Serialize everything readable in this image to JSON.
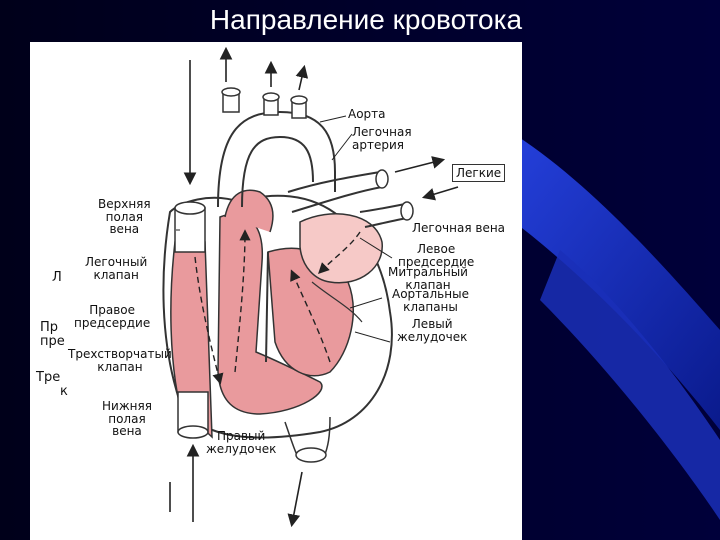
{
  "slide": {
    "title": "Направление кровотока",
    "colors": {
      "bg_dark": "#00002a",
      "bg_blue": "#1f3fd4",
      "chamber_fill": "#e99a9d",
      "chamber_light": "#f6c9c7"
    }
  },
  "labels": {
    "aorta": "Аорта",
    "pulmonary_artery": [
      "Легочная",
      "артерия"
    ],
    "lungs": "Легкие",
    "pulmonary_vein": "Легочная вена",
    "svc": [
      "Верхняя",
      "полая",
      "вена"
    ],
    "pulmonary_valve": [
      "Легочный",
      "клапан"
    ],
    "left_atrium": [
      "Левое",
      "предсердие"
    ],
    "mitral_valve": [
      "Митральный",
      "клапан"
    ],
    "aortic_valves": [
      "Аортальные",
      "клапаны"
    ],
    "right_atrium": [
      "Правое",
      "предсердие"
    ],
    "left_ventricle": [
      "Левый",
      "желудочек"
    ],
    "tricuspid_valve": [
      "Трехстворчатый",
      "клапан"
    ],
    "ivc": [
      "Нижняя",
      "полая",
      "вена"
    ],
    "right_ventricle": [
      "Правый",
      "желудочек"
    ]
  },
  "ghost_text": {
    "g1": "Л",
    "g2a": "Пр",
    "g2b": "пре",
    "g3a": "Тре",
    "g3b": "к"
  }
}
